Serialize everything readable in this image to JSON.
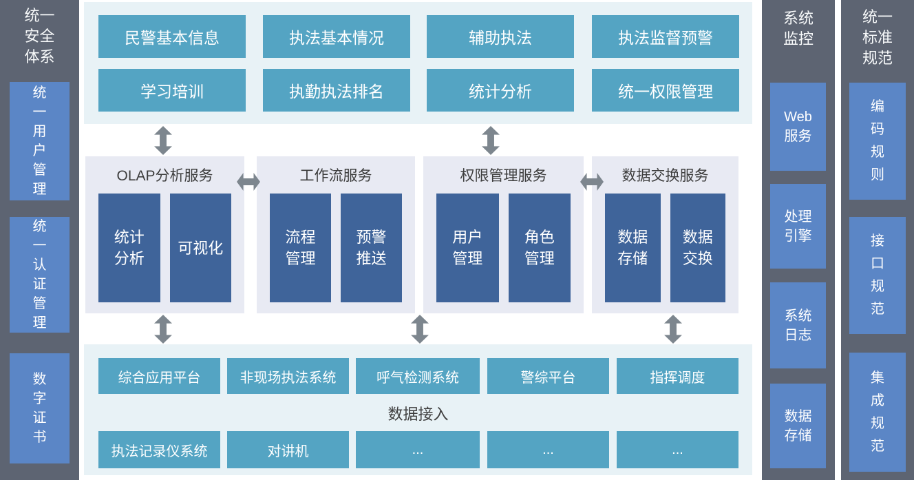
{
  "colors": {
    "panel_dark": "#5d6472",
    "box_blue": "#5b86c6",
    "button_teal": "#54a4c3",
    "band_bg": "#e8f2f6",
    "group_bg": "#e8eaf3",
    "box_navy": "#3f649a",
    "arrow_gray": "#7d868e",
    "text_dark": "#3d3d3d",
    "text_white": "#ffffff"
  },
  "left_panel": {
    "title": "统一\n安全\n体系",
    "items": [
      "统\n一\n用\n户\n管\n理",
      "统\n一\n认\n证\n管\n理",
      "数\n字\n证\n书"
    ]
  },
  "top_band": {
    "buttons": [
      "民警基本信息",
      "执法基本情况",
      "辅助执法",
      "执法监督预警",
      "学习培训",
      "执勤执法排名",
      "统计分析",
      "统一权限管理"
    ]
  },
  "services": {
    "groups": [
      {
        "title": "OLAP分析服务",
        "children": [
          "统计\n分析",
          "可视化"
        ]
      },
      {
        "title": "工作流服务",
        "children": [
          "流程\n管理",
          "预警\n推送"
        ]
      },
      {
        "title": "权限管理服务",
        "children": [
          "用户\n管理",
          "角色\n管理"
        ]
      },
      {
        "title": "数据交换服务",
        "children": [
          "数据\n存储",
          "数据\n交换"
        ]
      }
    ]
  },
  "bottom_band": {
    "row1": [
      "综合应用平台",
      "非现场执法系统",
      "呼气检测系统",
      "警综平台",
      "指挥调度"
    ],
    "label": "数据接入",
    "row2": [
      "执法记录仪系统",
      "对讲机",
      "...",
      "...",
      "..."
    ]
  },
  "monitor_panel": {
    "title": "系统\n监控",
    "items": [
      "Web\n服务",
      "处理\n引擎",
      "系统\n日志",
      "数据\n存储"
    ]
  },
  "standards_panel": {
    "title": "统一\n标准\n规范",
    "items": [
      "编\n码\n规\n则",
      "接\n口\n规\n范",
      "集\n成\n规\n范"
    ]
  }
}
